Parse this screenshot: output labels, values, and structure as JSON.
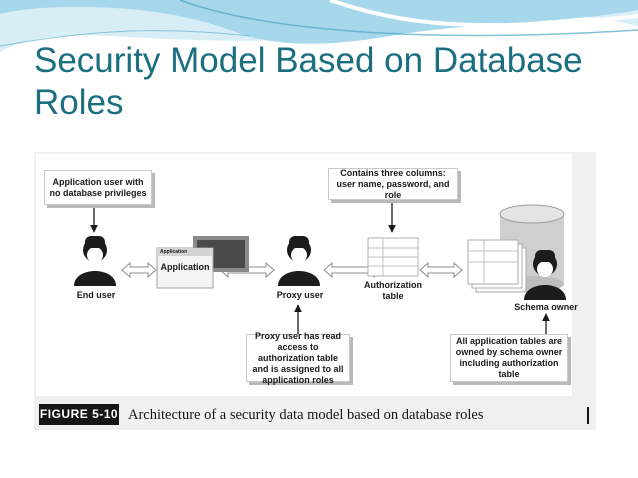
{
  "slide": {
    "title": "Security Model Based on Database Roles"
  },
  "diagram": {
    "callouts": {
      "application_user": "Application user with no database privileges",
      "contains_columns": "Contains three columns: user name, password, and role",
      "proxy_access": "Proxy user has read access to authorization table and is assigned to all application roles",
      "owned_by_schema": "All application tables are owned by schema owner including authorization table"
    },
    "nodes": {
      "end_user": "End user",
      "application_window_tab": "Application",
      "application": "Application",
      "proxy_user": "Proxy user",
      "authorization_table": "Authorization table",
      "schema_owner": "Schema owner"
    }
  },
  "figure": {
    "tag": "FIGURE 5-10",
    "caption": "Architecture of a security data model based on database roles"
  },
  "colors": {
    "title": "#1b6f80",
    "wave_light": "#d7eef6",
    "wave_mid": "#a6d7ea",
    "wave_dark": "#4fa6c4",
    "figure_panel": "#f0f0f0",
    "person": "#1c1c1c"
  }
}
